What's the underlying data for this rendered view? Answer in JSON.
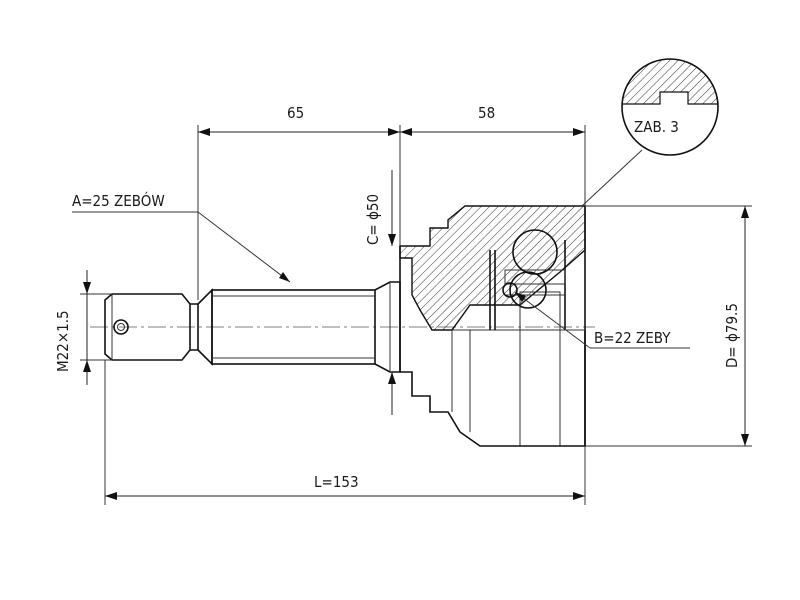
{
  "dimensions": {
    "shaft_length": "65",
    "body_length": "58",
    "total_length": "L=153",
    "outer_diameter": "D= ϕ79.5",
    "shoulder_diameter": "C= ϕ50",
    "thread": "M22×1.5"
  },
  "callouts": {
    "outer_splines": "A=25 ZEBÓW",
    "inner_splines": "B=22 ZEBY",
    "detail_circle": "ZAB. 3"
  },
  "colors": {
    "line": "#111111",
    "background": "#ffffff"
  }
}
